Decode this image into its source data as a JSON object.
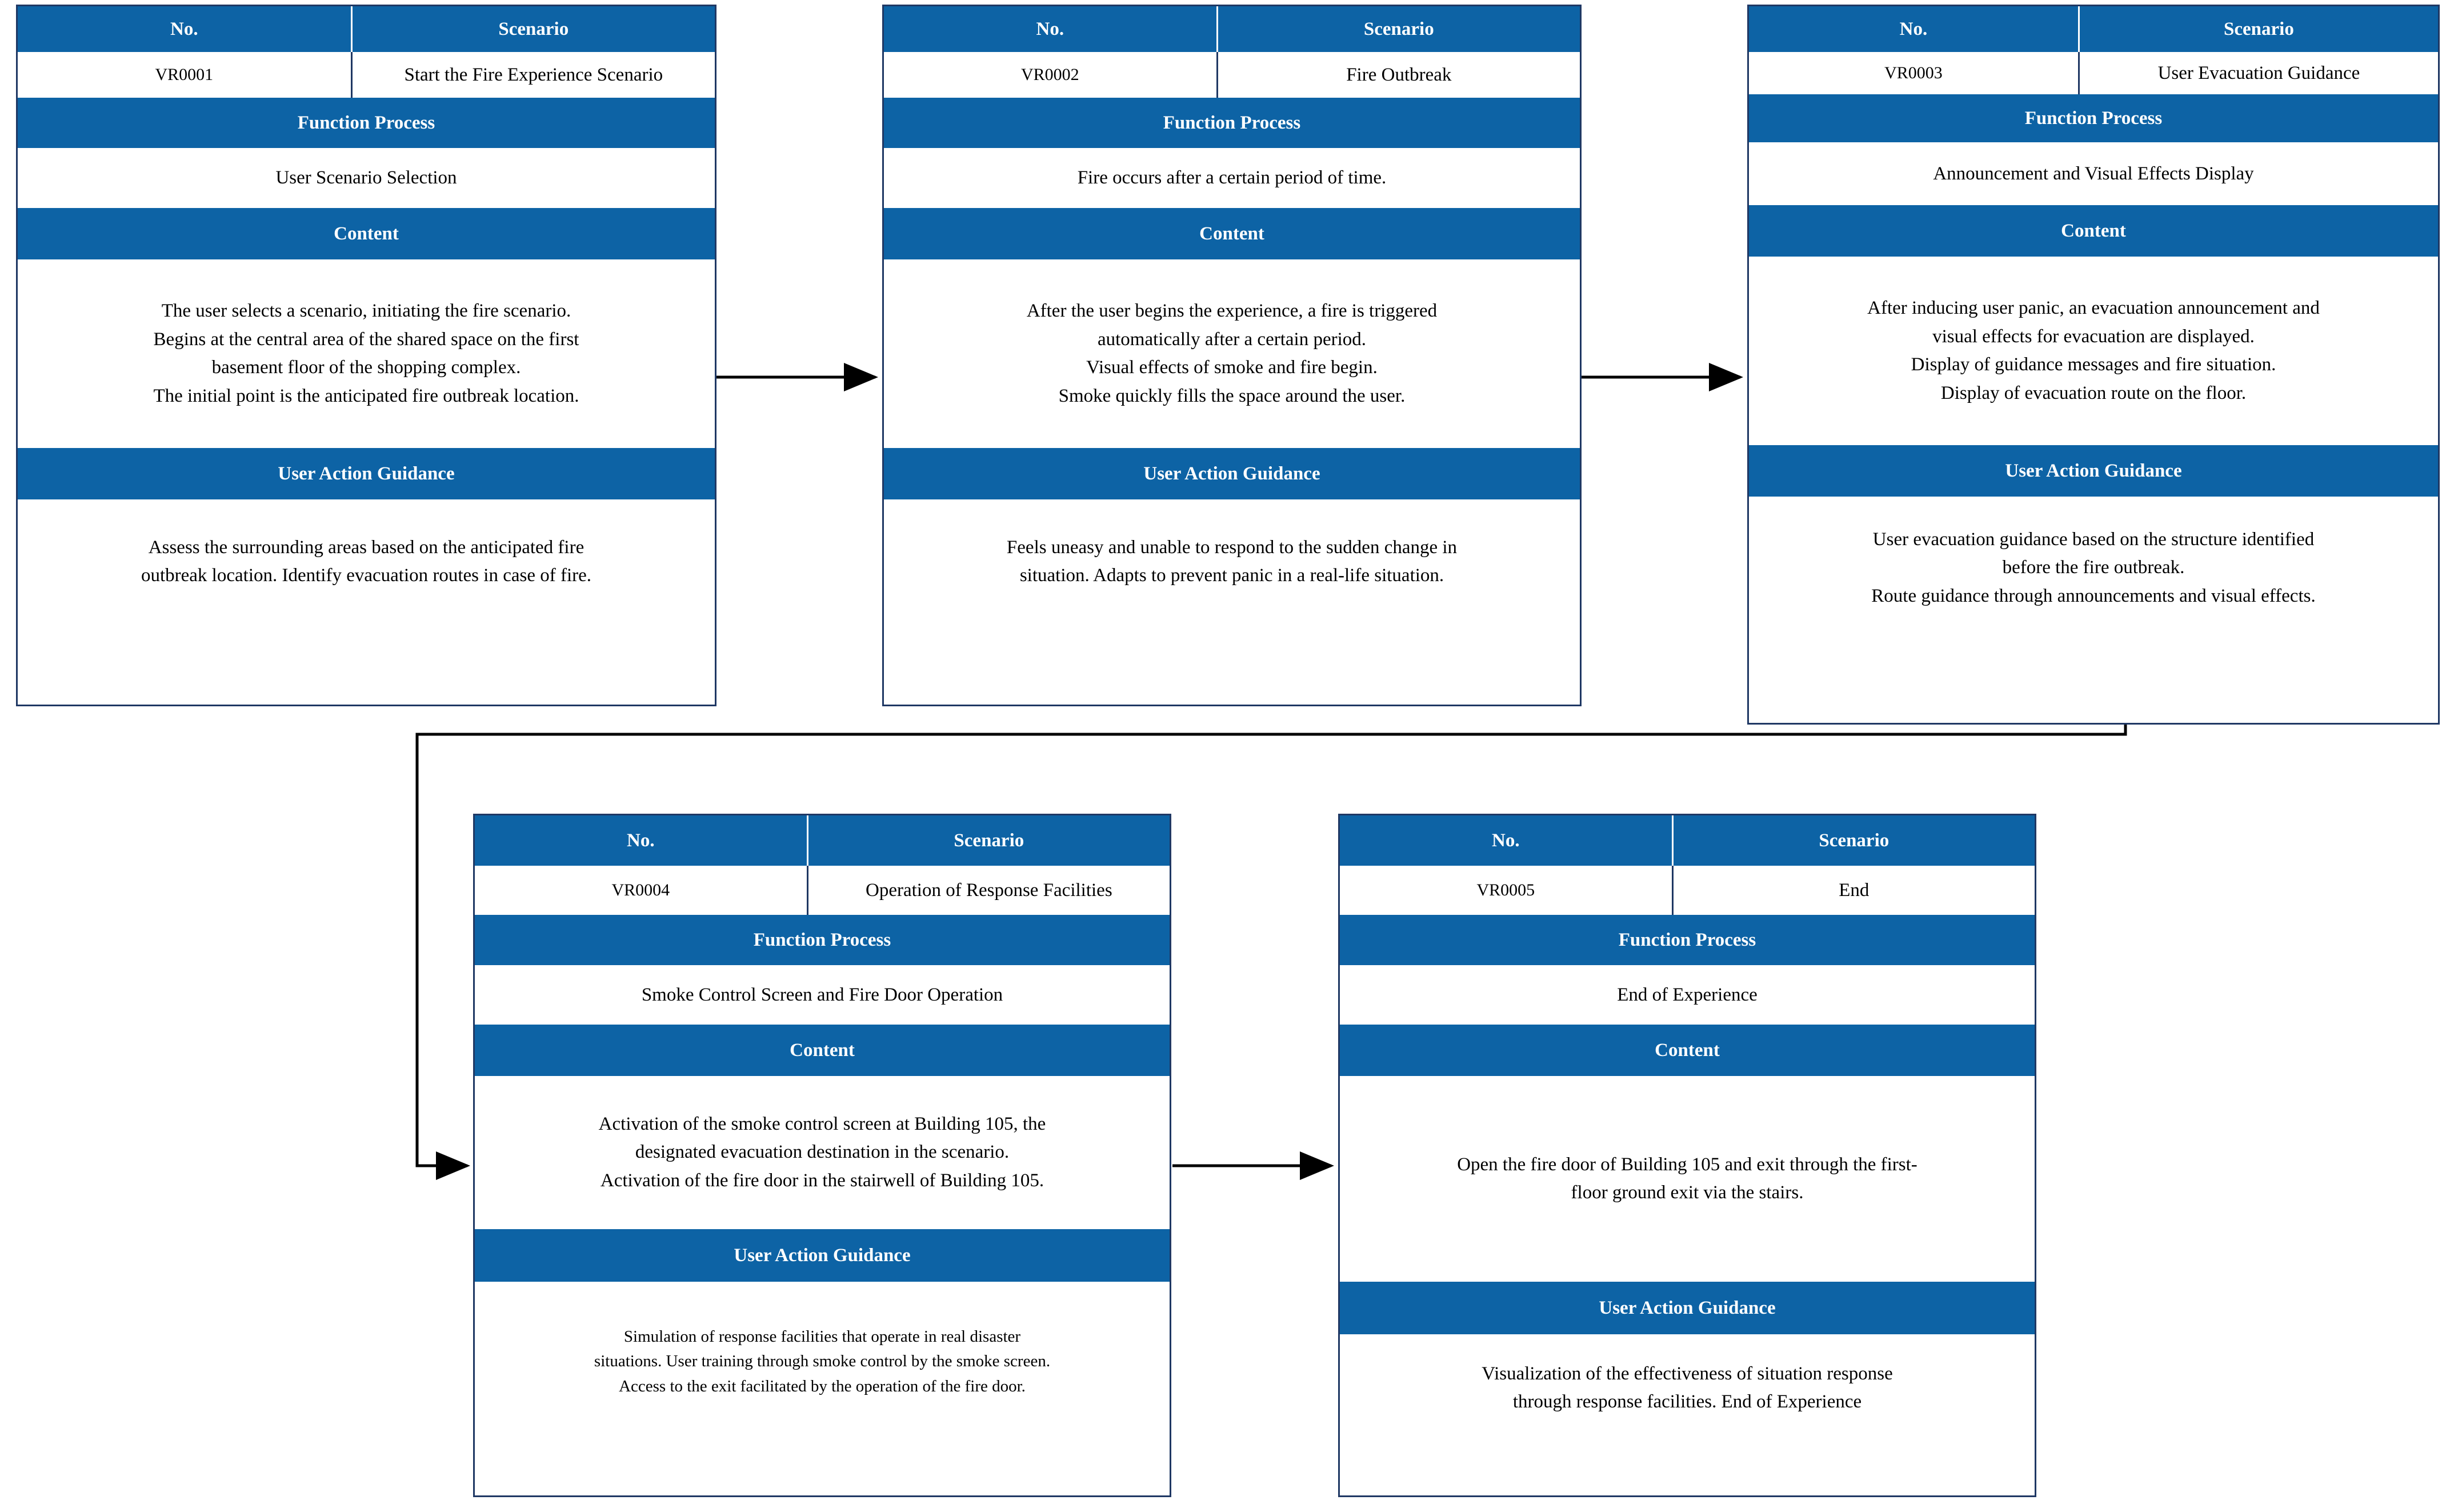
{
  "theme": {
    "header_bg": "#0d63a5",
    "header_text": "#ffffff",
    "border": "#1f3864",
    "body_bg": "#ffffff",
    "body_text": "#000000"
  },
  "labels": {
    "no": "No.",
    "scenario": "Scenario",
    "function_process": "Function Process",
    "content": "Content",
    "user_action_guidance": "User Action Guidance"
  },
  "cards": [
    {
      "id": "VR0001",
      "scenario": "Start the Fire Experience Scenario",
      "function_process": "User Scenario Selection",
      "content": [
        "The user selects a scenario, initiating the fire scenario.",
        "Begins at the central area of the shared space on the first",
        "basement floor of the shopping complex.",
        "The initial point is the anticipated fire outbreak location."
      ],
      "user_action_guidance": [
        "Assess  the surrounding areas based on the anticipated fire",
        "outbreak location. Identify evacuation routes in case of fire."
      ]
    },
    {
      "id": "VR0002",
      "scenario": "Fire Outbreak",
      "function_process": "Fire occurs after a certain period of time.",
      "content": [
        "After the user begins the experience, a fire is triggered",
        "automatically after a certain period.",
        "Visual effects of smoke and fire begin.",
        "Smoke quickly fills the space around the user."
      ],
      "user_action_guidance": [
        "Feels uneasy and unable to respond to the sudden change in",
        "situation. Adapts to prevent panic in a real-life situation."
      ]
    },
    {
      "id": "VR0003",
      "scenario": "User Evacuation Guidance",
      "function_process": "Announcement and Visual Effects Display",
      "content": [
        "After inducing user panic, an evacuation announcement and",
        "visual effects for evacuation are displayed.",
        "Display of guidance messages and fire situation.",
        "Display of evacuation route on the floor."
      ],
      "user_action_guidance": [
        "User evacuation guidance based on the structure identified",
        "before the fire outbreak.",
        "Route guidance through announcements and visual effects."
      ]
    },
    {
      "id": "VR0004",
      "scenario": "Operation of Response Facilities",
      "function_process": "Smoke Control Screen and Fire Door Operation",
      "content": [
        "Activation of the smoke control screen at Building 105, the",
        "designated evacuation destination in the scenario.",
        "Activation of the fire door in the stairwell of Building 105."
      ],
      "user_action_guidance": [
        "Simulation of response facilities that operate in real disaster",
        "situations. User training through smoke control by the smoke screen.",
        "Access to the exit facilitated by the operation of the fire door."
      ]
    },
    {
      "id": "VR0005",
      "scenario": "End",
      "function_process": "End of Experience",
      "content": [
        "Open the fire door of Building 105 and exit through the first-",
        "floor ground exit via the stairs."
      ],
      "user_action_guidance": [
        "Visualization of the effectiveness of situation response",
        "through response facilities. End of Experience"
      ]
    }
  ],
  "flow": [
    {
      "from": "VR0001",
      "to": "VR0002"
    },
    {
      "from": "VR0002",
      "to": "VR0003"
    },
    {
      "from": "VR0003",
      "to": "VR0004"
    },
    {
      "from": "VR0004",
      "to": "VR0005"
    }
  ]
}
